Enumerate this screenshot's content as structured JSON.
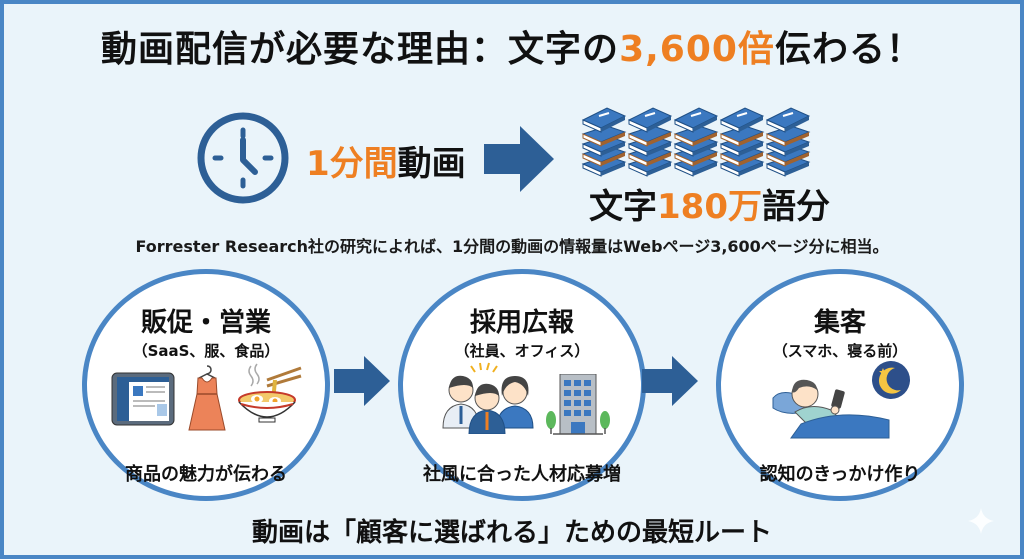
{
  "title": {
    "prefix": "動画配信が必要な理由：文字の",
    "highlight": "3,600倍",
    "suffix": "伝わる！"
  },
  "comparison": {
    "left": {
      "icon": "clock-icon",
      "highlight": "1分間",
      "text": "動画"
    },
    "arrow_icon": "right-arrow-icon",
    "right": {
      "icon": "book-stacks-icon",
      "prefix": "文字",
      "highlight": "180万",
      "suffix": "語分"
    }
  },
  "source_note": "Forrester Research社の研究によれば、1分間の動画の情報量はWebページ3,600ページ分に相当。",
  "use_cases": [
    {
      "title": "販促・営業",
      "subtitle": "（SaaS、服、食品）",
      "icons": [
        "tablet-icon",
        "dress-icon",
        "ramen-icon"
      ],
      "benefit": "商品の魅力が伝わる"
    },
    {
      "title": "採用広報",
      "subtitle": "（社員、オフィス）",
      "icons": [
        "employees-icon",
        "office-building-icon"
      ],
      "benefit": "社風に合った人材応募増"
    },
    {
      "title": "集客",
      "subtitle": "（スマホ、寝る前）",
      "icons": [
        "person-in-bed-with-phone-icon",
        "moon-icon"
      ],
      "benefit": "認知のきっかけ作り"
    }
  ],
  "footer": "動画は「顧客に選ばれる」ための最短ルート",
  "colors": {
    "accent_orange": "#ee7f22",
    "primary_blue": "#2d5f96",
    "border_blue": "#4a86c5",
    "background": "#eaf4fa",
    "text": "#111111"
  }
}
